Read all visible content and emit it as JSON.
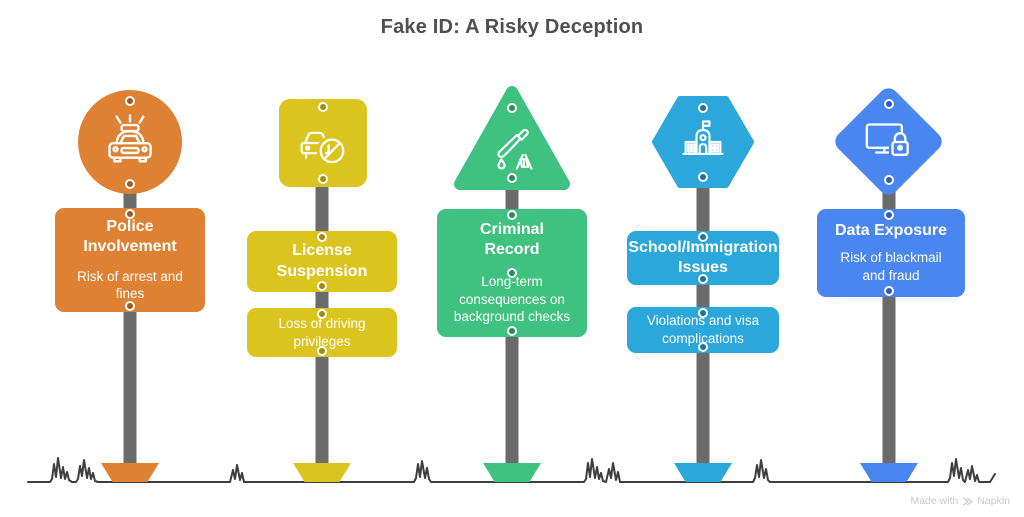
{
  "title": "Fake ID: A Risky Deception",
  "watermark": {
    "text": "Made with",
    "brand": "Napkin"
  },
  "colors": {
    "pole": "#6B6B6B",
    "ground": "#3E3E3E",
    "title_text": "#4F4F4F",
    "plate_text": "#FFFFFF",
    "watermark": "#C9C9C9"
  },
  "signposts": [
    {
      "name": "police-involvement",
      "shape": "circle",
      "icon": "police-car-icon",
      "accent": "#DE8133",
      "title": "Police Involvement",
      "description": "Risk of arrest and fines"
    },
    {
      "name": "license-suspension",
      "shape": "rounded-square",
      "icon": "car-banned-icon",
      "accent": "#DCC41F",
      "title": "License Suspension",
      "description": "Loss of driving privileges"
    },
    {
      "name": "criminal-record",
      "shape": "triangle",
      "icon": "crime-scene-icon",
      "accent": "#3FC180",
      "title": "Criminal Record",
      "description": "Long-term consequences on background checks"
    },
    {
      "name": "school-immigration-issues",
      "shape": "hexagon",
      "icon": "school-icon",
      "accent": "#2BA7DB",
      "title": "School/Immigration Issues",
      "description": "Violations and visa complications"
    },
    {
      "name": "data-exposure",
      "shape": "diamond",
      "icon": "monitor-lock-icon",
      "accent": "#4A86F0",
      "title": "Data Exposure",
      "description": "Risk of blackmail and fraud"
    }
  ]
}
